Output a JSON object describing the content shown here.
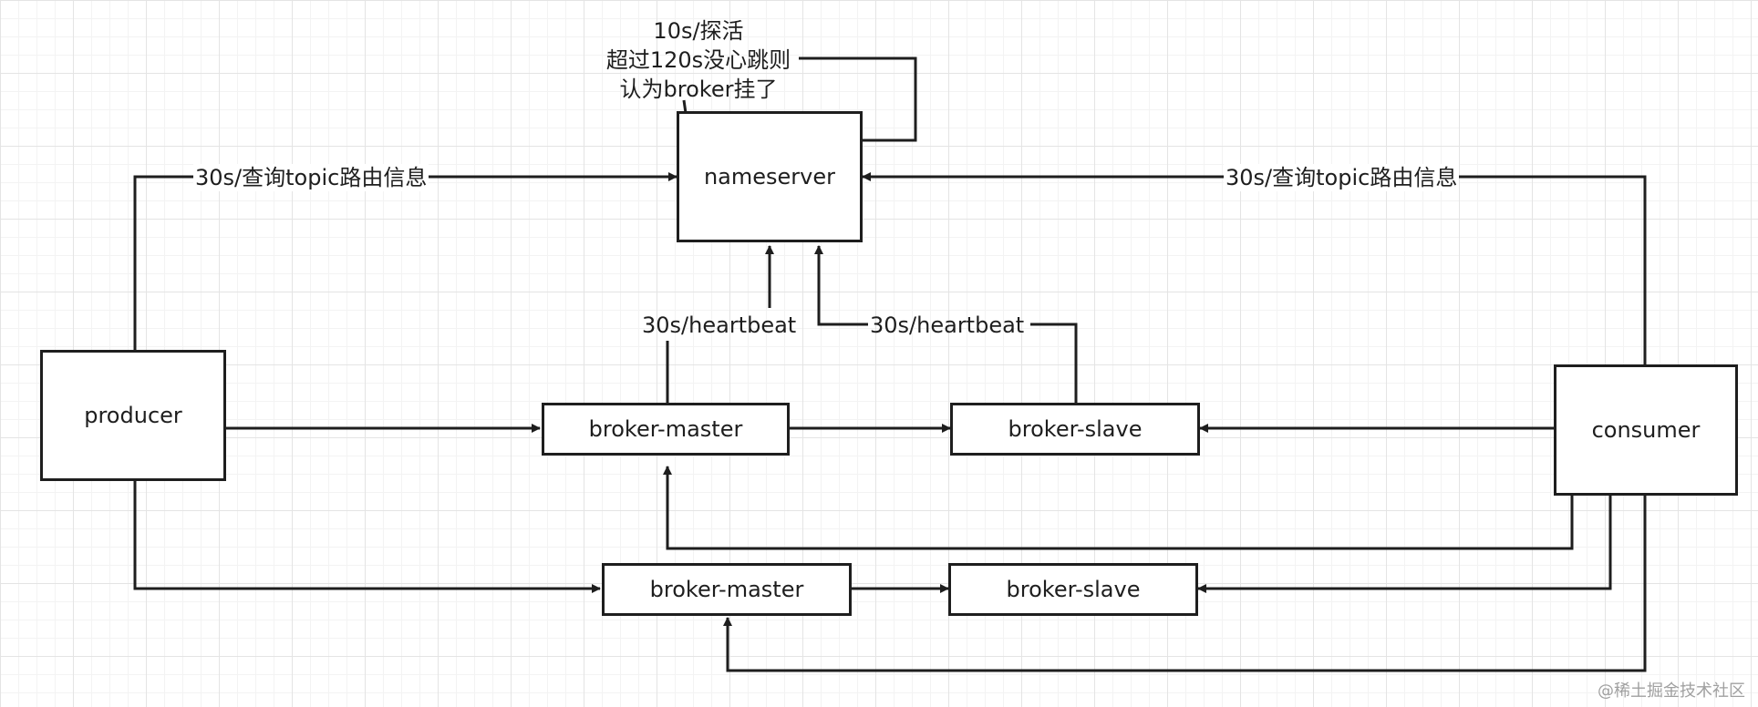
{
  "nodes": {
    "nameserver": "nameserver",
    "producer": "producer",
    "consumer": "consumer",
    "broker_master_1": "broker-master",
    "broker_slave_1": "broker-slave",
    "broker_master_2": "broker-master",
    "broker_slave_2": "broker-slave"
  },
  "labels": {
    "producer_route_query": "30s/查询topic路由信息",
    "consumer_route_query": "30s/查询topic路由信息",
    "master_heartbeat": "30s/heartbeat",
    "slave_heartbeat": "30s/heartbeat",
    "probe_note": [
      "10s/探活",
      "超过120s没心跳则",
      "认为broker挂了"
    ]
  },
  "watermark": "@稀土掘金技术社区",
  "colors": {
    "stroke": "#1e1e1e",
    "grid": "#e4e4e4",
    "background": "#ffffff",
    "watermark": "#a0a0a0"
  }
}
